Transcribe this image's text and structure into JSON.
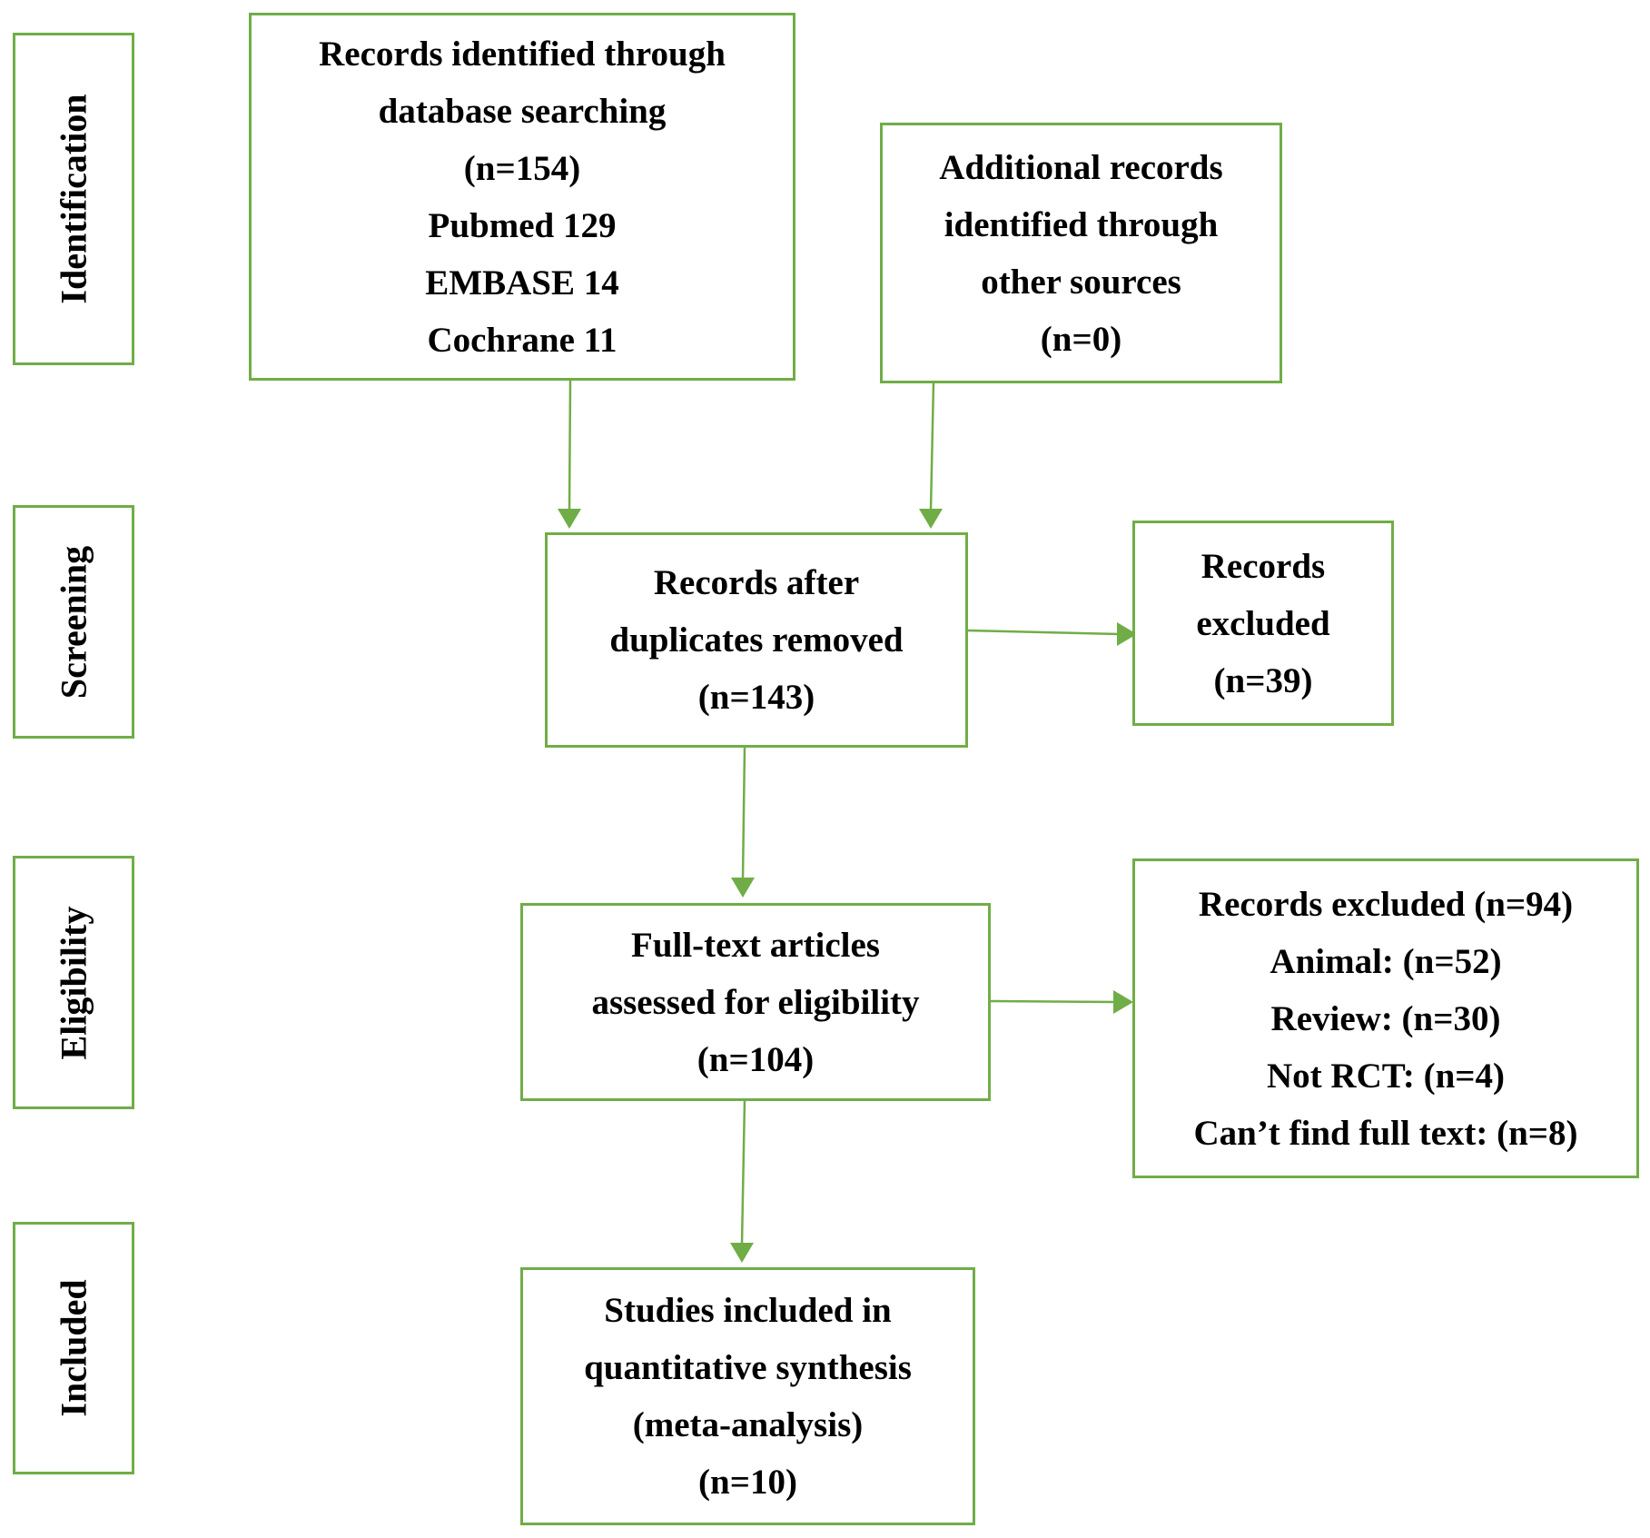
{
  "colors": {
    "border": "#70ad47",
    "arrow": "#70ad47",
    "text": "#000000"
  },
  "stages": [
    {
      "id": "identification",
      "label": "Identification"
    },
    {
      "id": "screening",
      "label": "Screening"
    },
    {
      "id": "eligibility",
      "label": "Eligibility"
    },
    {
      "id": "included",
      "label": "Included"
    }
  ],
  "boxes": {
    "database": {
      "lines": [
        "Records identified through",
        "database searching",
        "(n=154)",
        "Pubmed 129",
        "EMBASE 14",
        "Cochrane 11"
      ]
    },
    "other": {
      "lines": [
        "Additional records",
        "identified through",
        "other sources",
        "(n=0)"
      ]
    },
    "deduplicated": {
      "lines": [
        "Records after",
        "duplicates removed",
        "(n=143)"
      ]
    },
    "excluded_screening": {
      "lines": [
        "Records",
        "excluded",
        "(n=39)"
      ]
    },
    "fulltext": {
      "lines": [
        "Full-text articles",
        "assessed for eligibility",
        "(n=104)"
      ]
    },
    "excluded_fulltext": {
      "lines": [
        "Records excluded (n=94)",
        "Animal: (n=52)",
        "Review: (n=30)",
        "Not RCT: (n=4)",
        "Can’t find full text: (n=8)"
      ]
    },
    "included": {
      "lines": [
        "Studies included in",
        "quantitative synthesis",
        "(meta-analysis)",
        "(n=10)"
      ]
    }
  }
}
